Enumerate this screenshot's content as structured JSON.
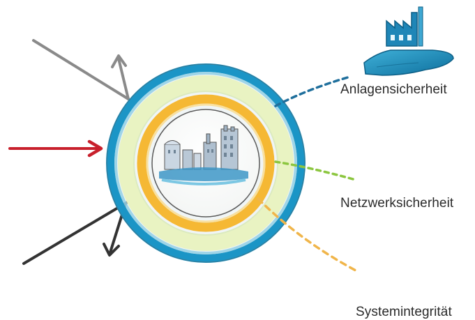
{
  "diagram": {
    "pillars": [
      {
        "label": "Anlagensicherheit",
        "icon": "factory-in-hand-icon",
        "color": "#1f86b7"
      },
      {
        "label": "Netzwerksicherheit",
        "icon": "network-in-hand-icon",
        "color": "#8cc63f"
      },
      {
        "label": "Systemintegrität",
        "icon": "gears-in-hand-icon",
        "color": "#f0a830"
      }
    ],
    "arrows": [
      {
        "name": "gray-deflected-arrow",
        "color": "#8a8a8a"
      },
      {
        "name": "red-incoming-arrow",
        "color": "#c8202c"
      },
      {
        "name": "dark-deflected-arrow",
        "color": "#333333"
      }
    ],
    "rings": {
      "outer": "#1b95c6",
      "middle": "#e9f3c2",
      "inner": "#f5b834"
    }
  }
}
